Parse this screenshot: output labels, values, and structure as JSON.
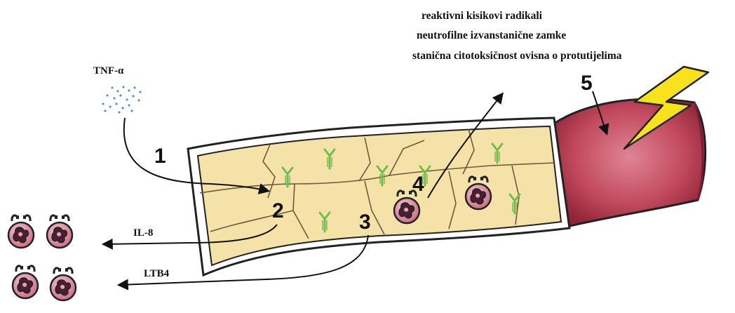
{
  "labels": {
    "tnf": "TNF-α",
    "il8": "IL-8",
    "ltb4": "LTB4",
    "effects": [
      "reaktivni kisikovi radikali",
      "neutrofilne izvanstanične zamke",
      "stanična citotoksičnost ovisna o protutijelima"
    ]
  },
  "steps": [
    "1",
    "2",
    "3",
    "4",
    "5"
  ],
  "colors": {
    "vessel_wall": "#b3364a",
    "vessel_wall_light": "#d9788a",
    "tissue": "#f5e2a8",
    "tissue_line": "#6b5a3a",
    "antibody": "#6cc04a",
    "neutrophil": "#d98aa0",
    "nucleus": "#4a2030",
    "lightning": "#f7e21c",
    "cytokine_dots": "#5b8fd6"
  },
  "icons": [
    "lightning-icon",
    "neutrophil-icon",
    "antibody-icon",
    "cytokine-dots-icon"
  ]
}
